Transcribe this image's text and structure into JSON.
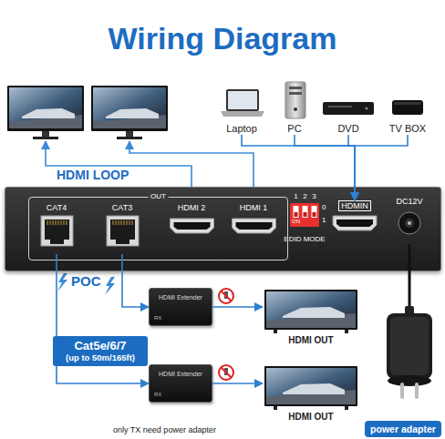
{
  "diagram": {
    "title": "Wiring Diagram",
    "nodes": [
      {
        "text": [
          "Laptop"
        ]
      },
      {
        "text": [
          "PC"
        ]
      },
      {
        "text": [
          "DVD"
        ]
      },
      {
        "text": [
          "TV BOX"
        ]
      },
      {
        "text": [
          "EDID MODE"
        ]
      },
      {
        "text": [
          "OUT"
        ],
        "in": 4
      },
      {
        "text": [
          "CAT4"
        ],
        "in": 5
      },
      {
        "text": [
          "CAT3"
        ],
        "in": 5
      },
      {
        "text": [
          "HDMI 2"
        ],
        "in": 5
      },
      {
        "text": [
          "HDMI 1"
        ],
        "in": 5
      },
      {
        "text": [
          "HDMIN"
        ],
        "in": 4
      },
      {
        "text": [
          "DC12V"
        ],
        "in": 4
      },
      {
        "text": [
          "HDMI Extender",
          "RX"
        ]
      },
      {
        "text": [
          "HDMI OUT"
        ]
      },
      {
        "text": [
          "Cat5e/6/7",
          "(up to 50m/165ft)"
        ]
      },
      {
        "text": [
          "HDMI Extender",
          "RX"
        ]
      },
      {
        "text": [
          "HDMI OUT"
        ]
      },
      {
        "text": [
          "power adapter"
        ]
      }
    ],
    "edges": [
      {
        "from": 0,
        "to": 10,
        "arrow": "to"
      },
      {
        "from": 1,
        "to": 10,
        "arrow": "to"
      },
      {
        "from": 2,
        "to": 10,
        "arrow": "to"
      },
      {
        "from": 3,
        "to": 10,
        "arrow": "to"
      },
      {
        "from": 7,
        "to": 12,
        "arrow": "to"
      },
      {
        "from": 6,
        "to": 15,
        "arrow": "to"
      },
      {
        "from": 12,
        "to": 13,
        "arrow": "to"
      },
      {
        "from": 15,
        "to": 16,
        "arrow": "to"
      },
      {
        "from": 17,
        "to": 11,
        "arrow": "none"
      }
    ],
    "labels": [
      "HDMI LOOP",
      "1",
      "2",
      "3",
      "ON",
      "0",
      "1",
      "POC",
      "only TX need power adapter"
    ]
  }
}
